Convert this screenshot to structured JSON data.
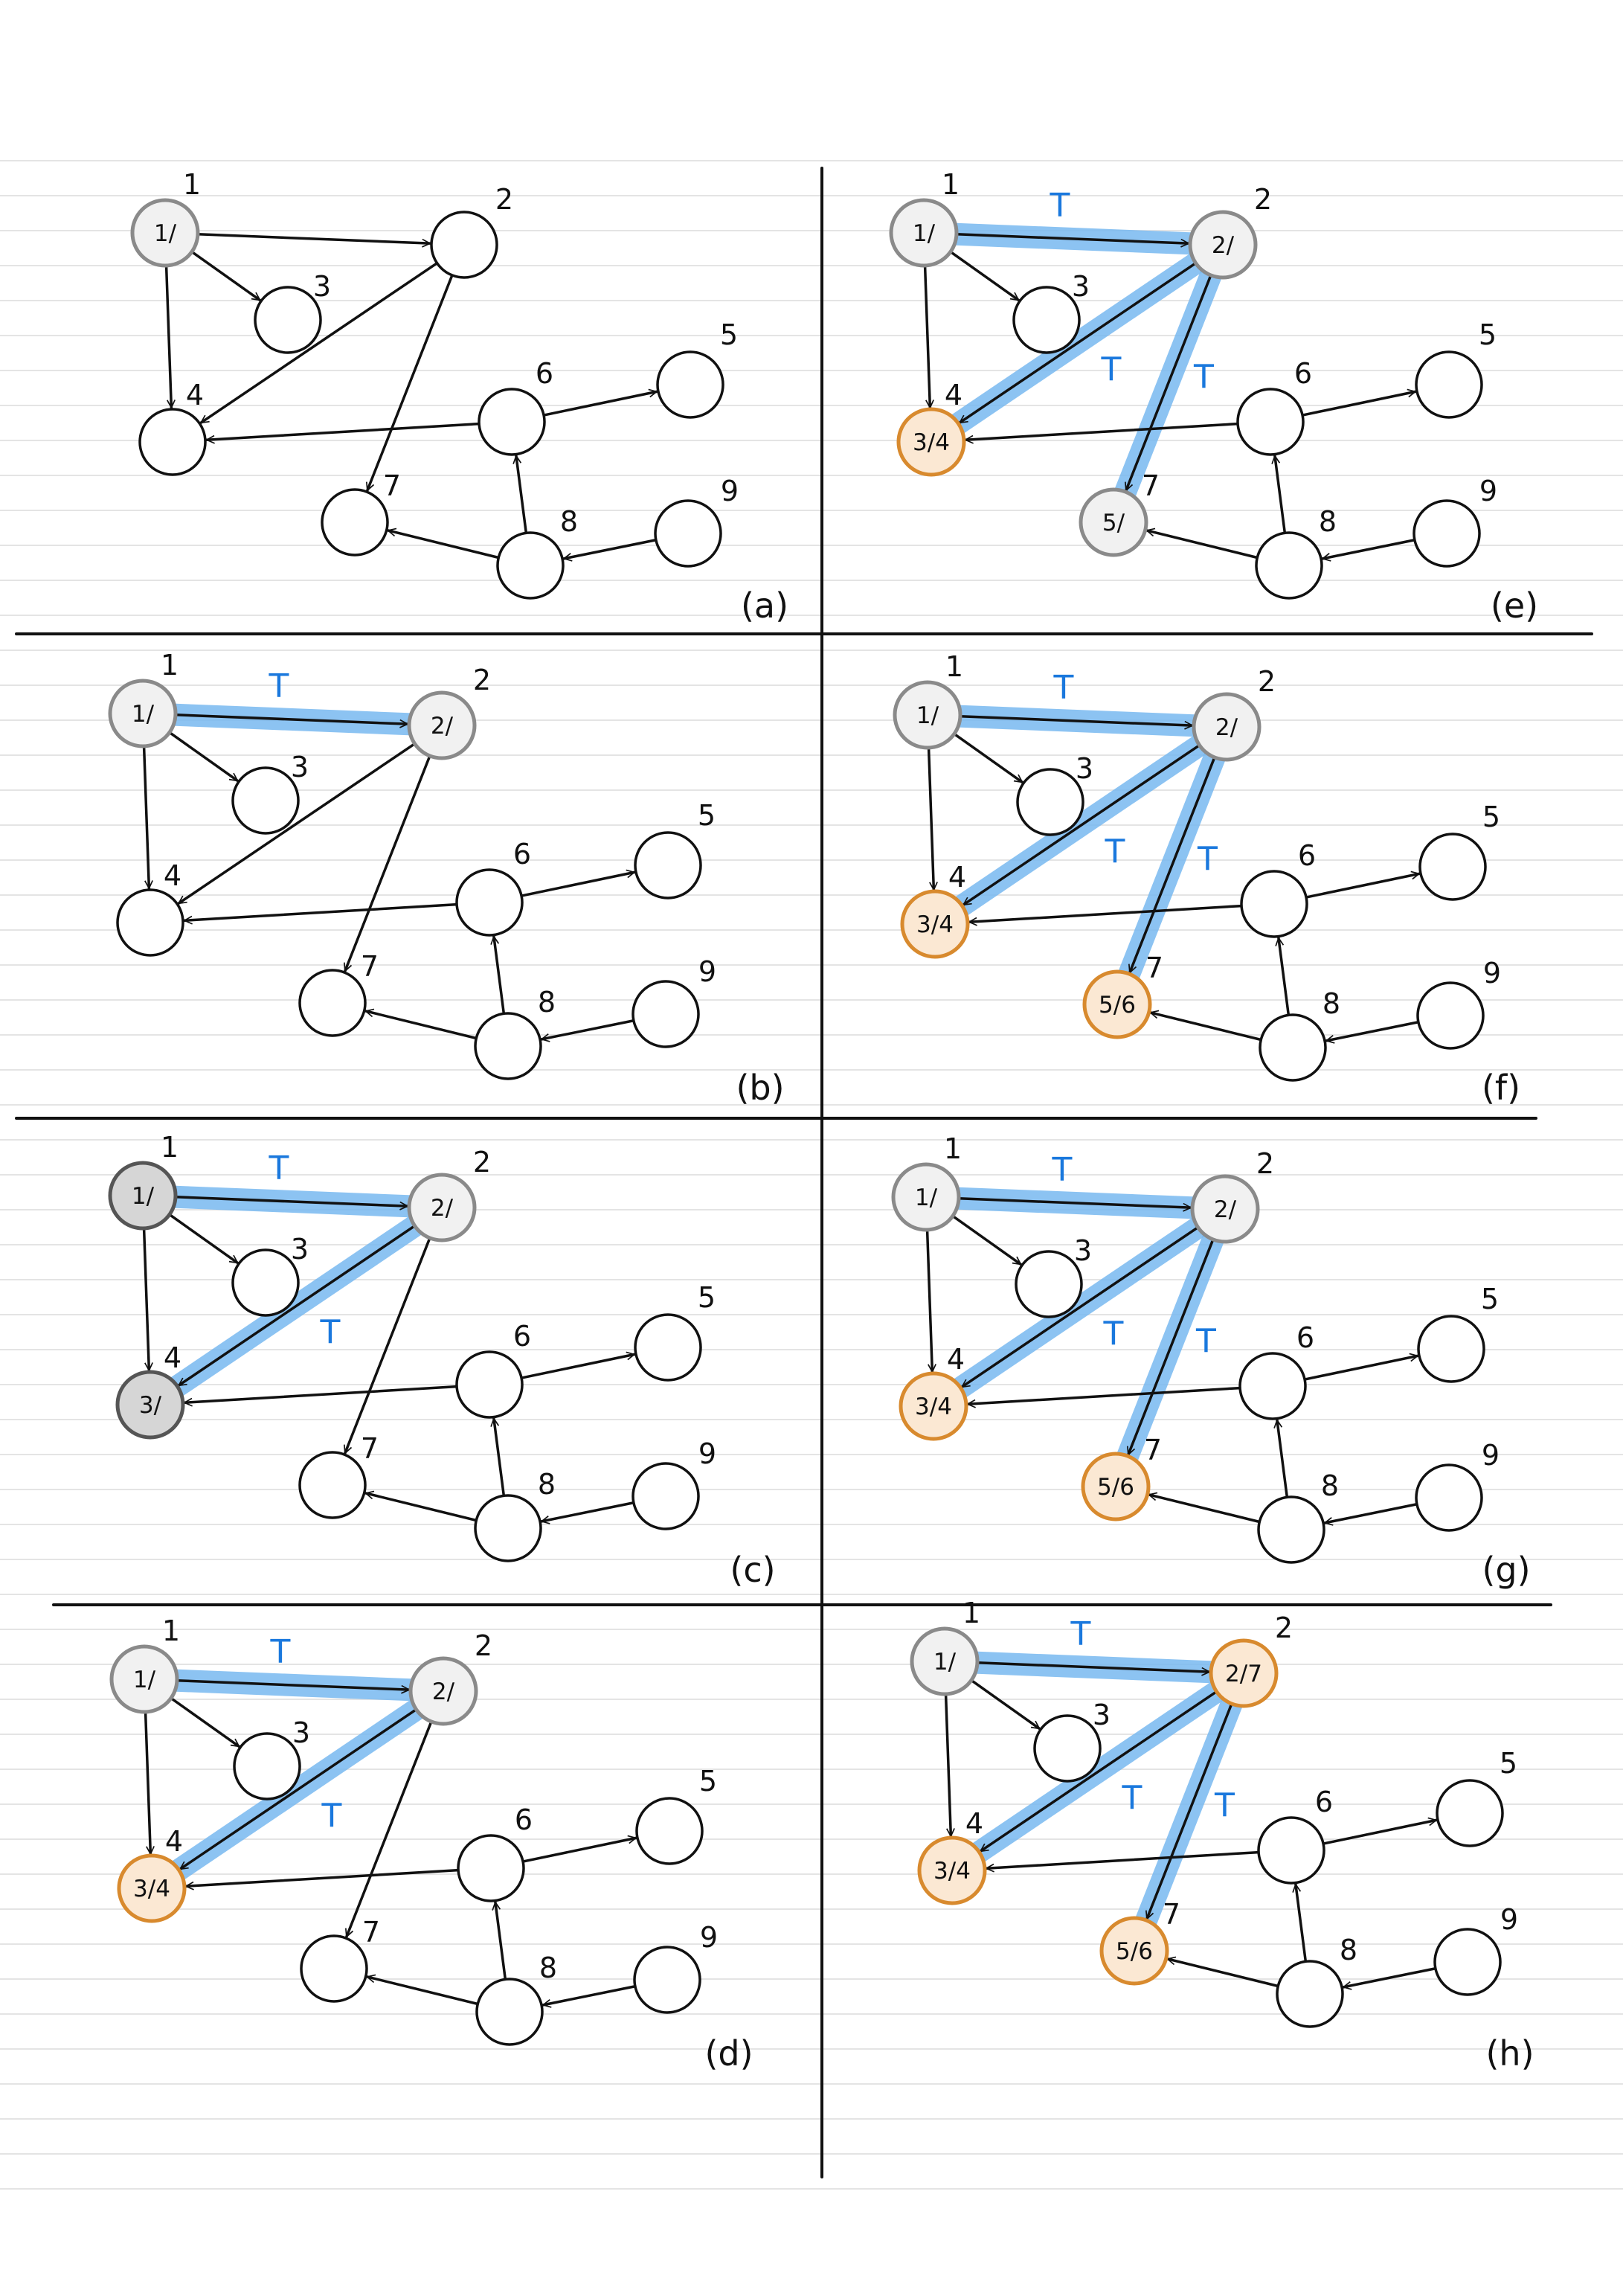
{
  "colors": {
    "edge": "#111111",
    "tree_edge_highlight": "#78b9f0",
    "tree_edge_label": "#1a78dd",
    "node_fill_unvisited": "#ffffff",
    "node_fill_discovered": "#f1f1f1",
    "node_fill_active_current": "#d6d6d6",
    "node_stroke_discovered": "#8a8a8a",
    "node_fill_finished": "#fbe8d3",
    "node_stroke_finished": "#d88a2e"
  },
  "vertices": [
    "1",
    "2",
    "3",
    "4",
    "5",
    "6",
    "7",
    "8",
    "9"
  ],
  "edges": [
    {
      "from": "1",
      "to": "2"
    },
    {
      "from": "1",
      "to": "3"
    },
    {
      "from": "1",
      "to": "4"
    },
    {
      "from": "2",
      "to": "4"
    },
    {
      "from": "2",
      "to": "7"
    },
    {
      "from": "6",
      "to": "4"
    },
    {
      "from": "6",
      "to": "5"
    },
    {
      "from": "8",
      "to": "6"
    },
    {
      "from": "8",
      "to": "7"
    },
    {
      "from": "9",
      "to": "8"
    }
  ],
  "tree_edge_label": "T",
  "panels": [
    {
      "label": "(a)",
      "tree_edges": [],
      "nodes": {
        "1": {
          "stamp": "1/",
          "state": "discovered"
        }
      }
    },
    {
      "label": "(b)",
      "tree_edges": [
        [
          "1",
          "2"
        ]
      ],
      "nodes": {
        "1": {
          "stamp": "1/",
          "state": "discovered"
        },
        "2": {
          "stamp": "2/",
          "state": "discovered"
        }
      }
    },
    {
      "label": "(c)",
      "tree_edges": [
        [
          "1",
          "2"
        ],
        [
          "2",
          "4"
        ]
      ],
      "nodes": {
        "1": {
          "stamp": "1/",
          "state": "active"
        },
        "2": {
          "stamp": "2/",
          "state": "discovered"
        },
        "4": {
          "stamp": "3/",
          "state": "active"
        }
      }
    },
    {
      "label": "(d)",
      "tree_edges": [
        [
          "1",
          "2"
        ],
        [
          "2",
          "4"
        ]
      ],
      "nodes": {
        "1": {
          "stamp": "1/",
          "state": "discovered"
        },
        "2": {
          "stamp": "2/",
          "state": "discovered"
        },
        "4": {
          "stamp": "3/4",
          "state": "finished"
        }
      }
    },
    {
      "label": "(e)",
      "tree_edges": [
        [
          "1",
          "2"
        ],
        [
          "2",
          "4"
        ],
        [
          "2",
          "7"
        ]
      ],
      "nodes": {
        "1": {
          "stamp": "1/",
          "state": "discovered"
        },
        "2": {
          "stamp": "2/",
          "state": "discovered"
        },
        "4": {
          "stamp": "3/4",
          "state": "finished"
        },
        "7": {
          "stamp": "5/",
          "state": "discovered"
        }
      }
    },
    {
      "label": "(f)",
      "tree_edges": [
        [
          "1",
          "2"
        ],
        [
          "2",
          "4"
        ],
        [
          "2",
          "7"
        ]
      ],
      "nodes": {
        "1": {
          "stamp": "1/",
          "state": "discovered"
        },
        "2": {
          "stamp": "2/",
          "state": "discovered"
        },
        "4": {
          "stamp": "3/4",
          "state": "finished"
        },
        "7": {
          "stamp": "5/6",
          "state": "finished"
        }
      }
    },
    {
      "label": "(g)",
      "tree_edges": [
        [
          "1",
          "2"
        ],
        [
          "2",
          "4"
        ],
        [
          "2",
          "7"
        ]
      ],
      "nodes": {
        "1": {
          "stamp": "1/",
          "state": "discovered"
        },
        "2": {
          "stamp": "2/",
          "state": "discovered"
        },
        "4": {
          "stamp": "3/4",
          "state": "finished"
        },
        "7": {
          "stamp": "5/6",
          "state": "finished"
        }
      }
    },
    {
      "label": "(h)",
      "tree_edges": [
        [
          "1",
          "2"
        ],
        [
          "2",
          "4"
        ],
        [
          "2",
          "7"
        ]
      ],
      "nodes": {
        "1": {
          "stamp": "1/",
          "state": "discovered"
        },
        "2": {
          "stamp": "2/7",
          "state": "finished"
        },
        "4": {
          "stamp": "3/4",
          "state": "finished"
        },
        "7": {
          "stamp": "5/6",
          "state": "finished"
        }
      }
    }
  ]
}
